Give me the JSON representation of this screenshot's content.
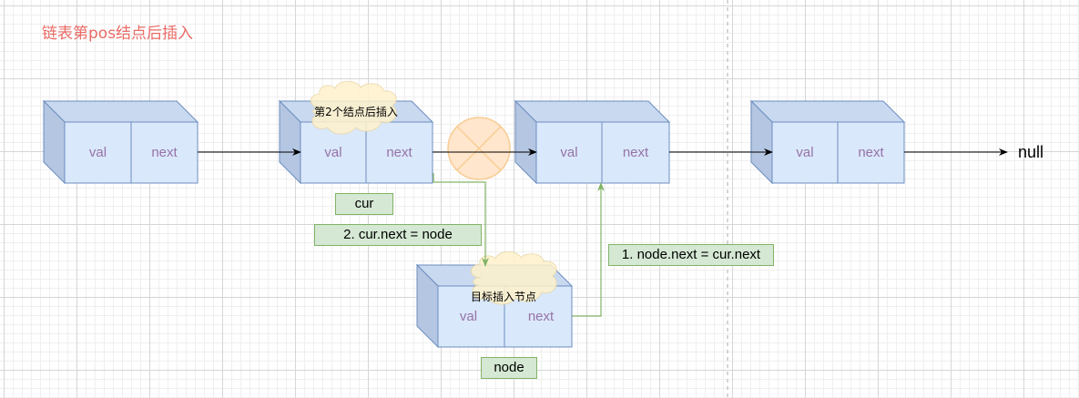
{
  "title": "链表第pos结点后插入",
  "nodes": [
    {
      "val_label": "val",
      "next_label": "next"
    },
    {
      "val_label": "val",
      "next_label": "next",
      "cloud_label": "第2个结点后插入"
    },
    {
      "val_label": "val",
      "next_label": "next"
    },
    {
      "val_label": "val",
      "next_label": "next"
    }
  ],
  "new_node": {
    "val_label": "val",
    "next_label": "next",
    "cloud_label": "目标插入节点"
  },
  "null_label": "null",
  "tags": {
    "cur": "cur",
    "step2": "2. cur.next = node",
    "step1": "1. node.next = cur.next",
    "node": "node"
  },
  "colors": {
    "node_fill": "#dae8fc",
    "node_stroke": "#6c8ebf",
    "field_text": "#9673a6",
    "tag_fill": "#d5e8d4",
    "tag_stroke": "#82b366",
    "arrow_green": "#82b366",
    "broken_link_fill": "#ffe6cc",
    "broken_link_stroke": "#f8cd94",
    "cloud_fill": "#fff2cc",
    "title": "#ea6b66"
  }
}
